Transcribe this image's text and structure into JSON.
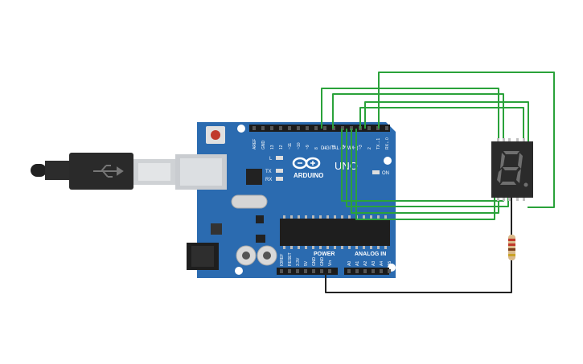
{
  "board": {
    "logo": "ARDUINO",
    "model": "UNO",
    "on_label": "ON",
    "tx_label": "TX",
    "rx_label": "RX",
    "l_label": "L",
    "digital_header": "DIGITAL (PWM~)",
    "power_header": "POWER",
    "analog_header": "ANALOG IN",
    "digital_pins": [
      "AREF",
      "GND",
      "13",
      "12",
      "~11",
      "~10",
      "~9",
      "8",
      "7",
      "~6",
      "~5",
      "4",
      "~3",
      "2",
      "TX→1",
      "RX←0"
    ],
    "power_pins": [
      "IOREF",
      "RESET",
      "3.3V",
      "5V",
      "GND",
      "GND",
      "Vin"
    ],
    "analog_pins": [
      "A0",
      "A1",
      "A2",
      "A3",
      "A4",
      "A5"
    ]
  },
  "display": {
    "digit": "8"
  },
  "colors": {
    "board": "#2b6bb0",
    "wire_green": "#2aa23a",
    "wire_black": "#222222",
    "display_body": "#2b2b2b",
    "segment_off": "#6f6f6f"
  }
}
